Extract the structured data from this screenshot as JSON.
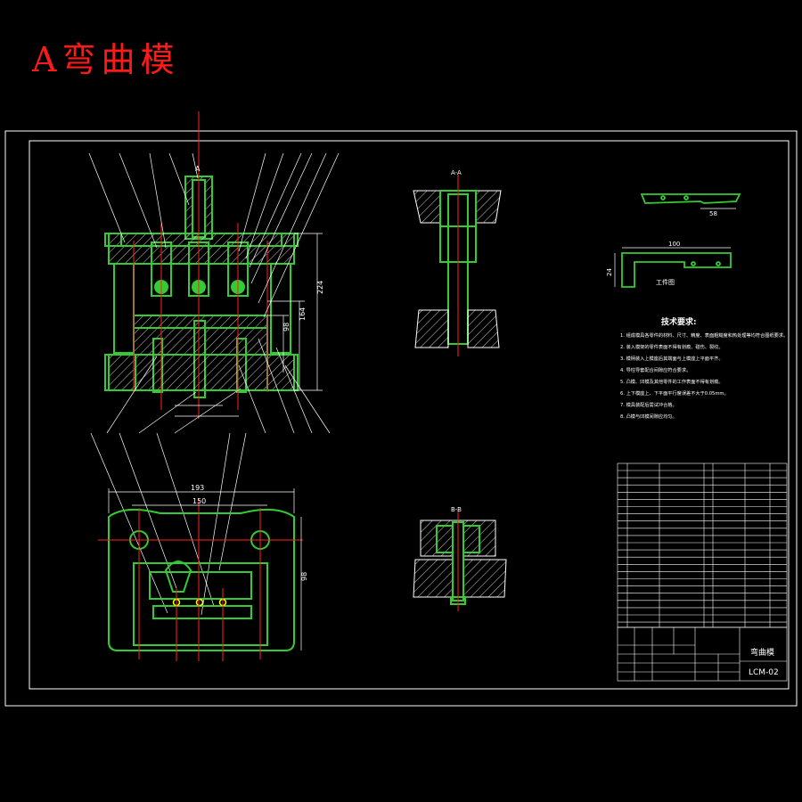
{
  "heading": "A弯曲模",
  "colors": {
    "background": "#000000",
    "title": "#ff1a1a",
    "outline": "#33cc33",
    "centerline": "#ff2222",
    "leader": "#ffffff",
    "hatch": "#ffffff",
    "pin": "#ffff00"
  },
  "views": {
    "section_top_label": "A",
    "section_right_label": "A-A",
    "section_small_label": "B-B",
    "workpiece_label": "工件图"
  },
  "dimensions": {
    "overall_height": "224",
    "mid_height": "164",
    "lower_height": "98",
    "plan_width_outer": "193",
    "plan_width_inner": "150",
    "plan_height": "98",
    "part_length": "100",
    "part_height": "24",
    "part_step": "58"
  },
  "tech_notes": {
    "title": "技术要求:",
    "items": [
      "1. 组成模具各零件的材料、尺寸、精度、表面粗糙度和热处理等均符合图纸要求。",
      "2. 装入模架的零件表面不得有划痕、碰伤、裂纹。",
      "3. 模柄装入上模座后其端面与上模座上平面平齐。",
      "4. 导柱导套配合间隙应符合要求。",
      "5. 凸模、凹模及其他零件的工作表面不得有划痕。",
      "6. 上下模座上、下平面平行度误差不大于0.05mm。",
      "7. 模具装配后需试冲合格。",
      "8. 凸模与凹模间隙应均匀。"
    ]
  },
  "title_block": {
    "drawing_name": "弯曲模",
    "drawing_number": "LCM-02"
  }
}
